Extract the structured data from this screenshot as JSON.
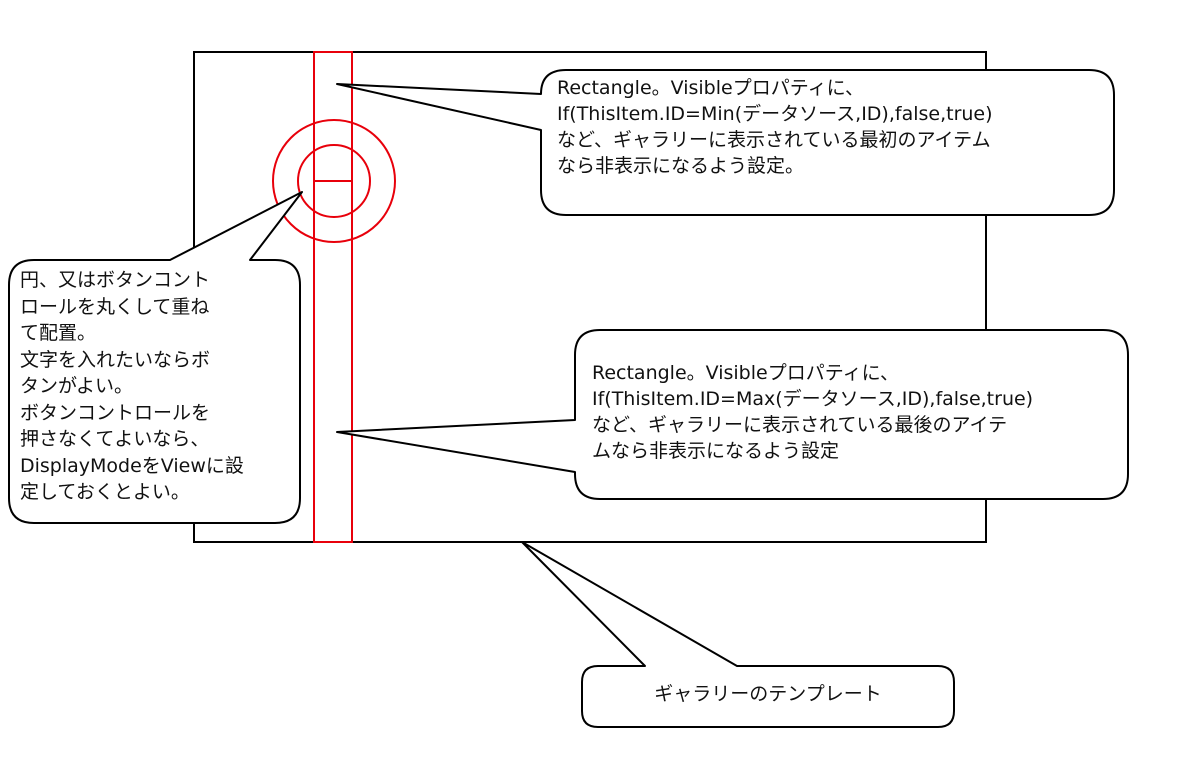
{
  "colors": {
    "outline": "#000000",
    "highlight": "#e8000b",
    "background": "#ffffff"
  },
  "callouts": {
    "top_right": {
      "lines": [
        "Rectangle。Visibleプロパティに、",
        "If(ThisItem.ID=Min(データソース,ID),false,true)",
        "など、ギャラリーに表示されている最初のアイテム",
        "なら非表示になるよう設定。"
      ]
    },
    "left": {
      "lines": [
        "円、又はボタンコント",
        "ロールを丸くして重ね",
        "て配置。",
        "文字を入れたいならボ",
        "タンがよい。",
        "ボタンコントロールを",
        "押さなくてよいなら、",
        "DisplayModeをViewに設",
        "定しておくとよい。"
      ]
    },
    "bottom_right": {
      "lines": [
        "Rectangle。Visibleプロパティに、",
        "If(ThisItem.ID=Max(データソース,ID),false,true)",
        "など、ギャラリーに表示されている最後のアイテ",
        "ムなら非表示になるよう設定"
      ]
    },
    "template": {
      "label": "ギャラリーのテンプレート"
    }
  }
}
